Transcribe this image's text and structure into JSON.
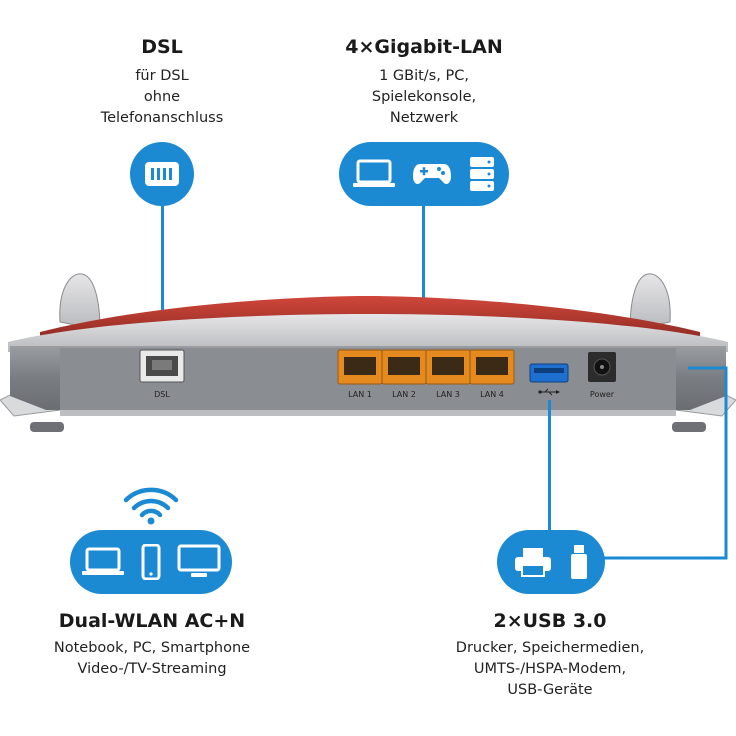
{
  "dsl": {
    "title": "DSL",
    "lines": [
      "für DSL",
      "ohne",
      "Telefonanschluss"
    ],
    "icon": "dsl-port-icon"
  },
  "lan": {
    "title": "4×Gigabit-LAN",
    "lines": [
      "1 GBit/s, PC,",
      "Spielekonsole,",
      "Netzwerk"
    ],
    "icons": [
      "laptop-icon",
      "gamepad-icon",
      "server-icon"
    ]
  },
  "wlan": {
    "title": "Dual-WLAN AC+N",
    "lines": [
      "Notebook, PC, Smartphone",
      "Video-/TV-Streaming"
    ],
    "icons": [
      "wifi-icon",
      "laptop-icon",
      "smartphone-icon",
      "monitor-icon"
    ]
  },
  "usb": {
    "title": "2×USB 3.0",
    "lines": [
      "Drucker, Speichermedien,",
      "UMTS-/HSPA-Modem,",
      "USB-Geräte"
    ],
    "icons": [
      "printer-icon",
      "usb-stick-icon"
    ]
  },
  "router": {
    "port_labels": {
      "dsl": "DSL",
      "lan1": "LAN 1",
      "lan2": "LAN 2",
      "lan3": "LAN 3",
      "lan4": "LAN 4",
      "power": "Power"
    }
  },
  "colors": {
    "accent_blue": "#1b8ad3",
    "lan_port_orange": "#e58a1f",
    "usb_port_blue": "#1f6fd1",
    "router_body_gray": "#7a7d82",
    "router_top_red": "#c0392b"
  }
}
